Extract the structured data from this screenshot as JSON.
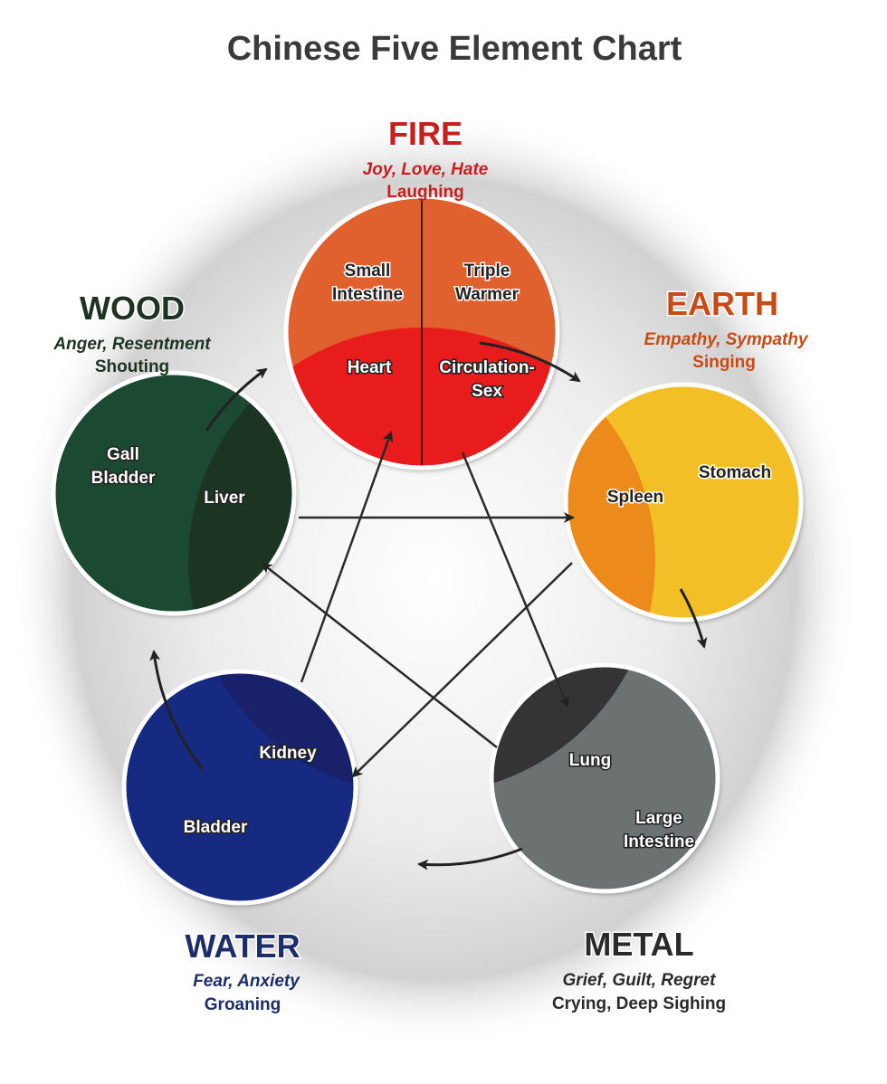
{
  "title": "Chinese Five Element Chart",
  "colors": {
    "fire": "#c81e1e",
    "fire_upper": "#e0602e",
    "fire_lower": "#e81c1c",
    "earth": "#c84a14",
    "earth_fill": "#f2c026",
    "earth_inner": "#ec8a1c",
    "metal": "#2a2a2a",
    "metal_fill": "#6c7272",
    "metal_inner": "#343434",
    "water": "#1c2d6a",
    "water_fill": "#142a82",
    "water_inner": "#18216a",
    "wood": "#1e3322",
    "wood_fill": "#1e4a30",
    "wood_inner": "#1c3522",
    "arrow": "#333333"
  },
  "elements": {
    "fire": {
      "name": "FIRE",
      "emotions": "Joy, Love, Hate",
      "sound": "Laughing",
      "organs": [
        "Small",
        "Intestine",
        "Triple",
        "Warmer",
        "Heart",
        "Circulation-",
        "Sex"
      ]
    },
    "earth": {
      "name": "EARTH",
      "emotions": "Empathy, Sympathy",
      "sound": "Singing",
      "organs": [
        "Spleen",
        "Stomach"
      ]
    },
    "metal": {
      "name": "METAL",
      "emotions": "Grief, Guilt, Regret",
      "sound": "Crying, Deep Sighing",
      "organs": [
        "Lung",
        "Large",
        "Intestine"
      ]
    },
    "water": {
      "name": "WATER",
      "emotions": "Fear, Anxiety",
      "sound": "Groaning",
      "organs": [
        "Kidney",
        "Bladder"
      ]
    },
    "wood": {
      "name": "WOOD",
      "emotions": "Anger, Resentment",
      "sound": "Shouting",
      "organs": [
        "Gall",
        "Bladder",
        "Liver"
      ]
    }
  }
}
